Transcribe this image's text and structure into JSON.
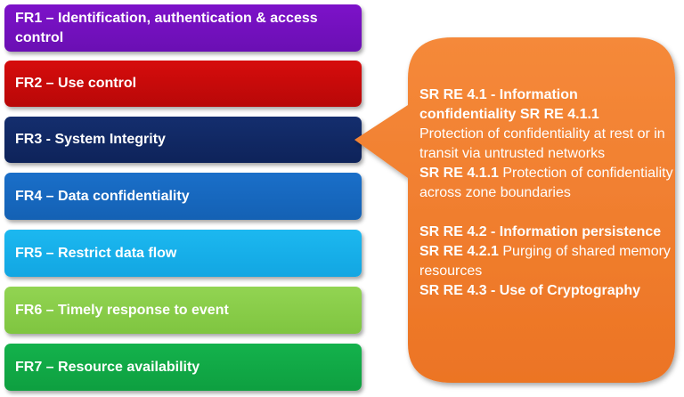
{
  "requirements": [
    {
      "label": "FR1 – Identification, authentication & access control"
    },
    {
      "label": "FR2 – Use control"
    },
    {
      "label": "FR3 - System Integrity"
    },
    {
      "label": "FR4 – Data confidentiality"
    },
    {
      "label": "FR5 – Restrict data flow"
    },
    {
      "label": "FR6 – Timely response to event"
    },
    {
      "label": "FR7 – Resource availability"
    }
  ],
  "callout": {
    "color": "#f07c2c",
    "sr_4_1_title": "SR RE 4.1 - Information confidentiality SR RE 4.1.1",
    "sr_4_1_1_desc": "Protection of confidentiality at rest or in transit via untrusted networks",
    "sr_4_1_1_id": "SR RE 4.1.1",
    "sr_4_1_1_zone_desc": " Protection of confidentiality across zone boundaries",
    "sr_4_2_title": "SR RE 4.2 - Information persistence",
    "sr_4_2_1_id": "SR RE 4.2.1",
    "sr_4_2_1_desc": " Purging of shared memory resources",
    "sr_4_3_title": "SR RE 4.3 - Use of Cryptography"
  }
}
